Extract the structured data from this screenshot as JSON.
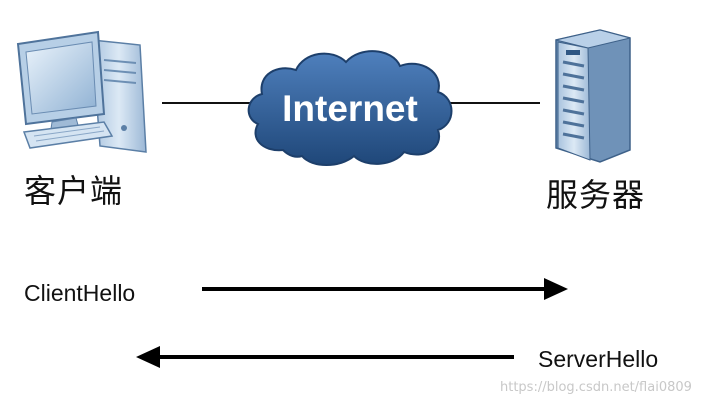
{
  "diagram": {
    "client_label": "客户端",
    "server_label": "服务器",
    "cloud_label": "Internet",
    "messages": [
      {
        "text": "ClientHello",
        "direction": "client-to-server"
      },
      {
        "text": "ServerHello",
        "direction": "server-to-client"
      }
    ],
    "watermark": "https://blog.csdn.net/flai0809"
  },
  "colors": {
    "cloud_fill": "#2e5d97",
    "cloud_text": "#ffffff",
    "connector": "#111111",
    "arrow": "#000000",
    "device_body": "#c9dcef",
    "device_dark": "#5b7fa6"
  },
  "icons": {
    "client": "desktop-computer-icon",
    "server": "tower-server-icon",
    "network": "cloud-icon"
  }
}
